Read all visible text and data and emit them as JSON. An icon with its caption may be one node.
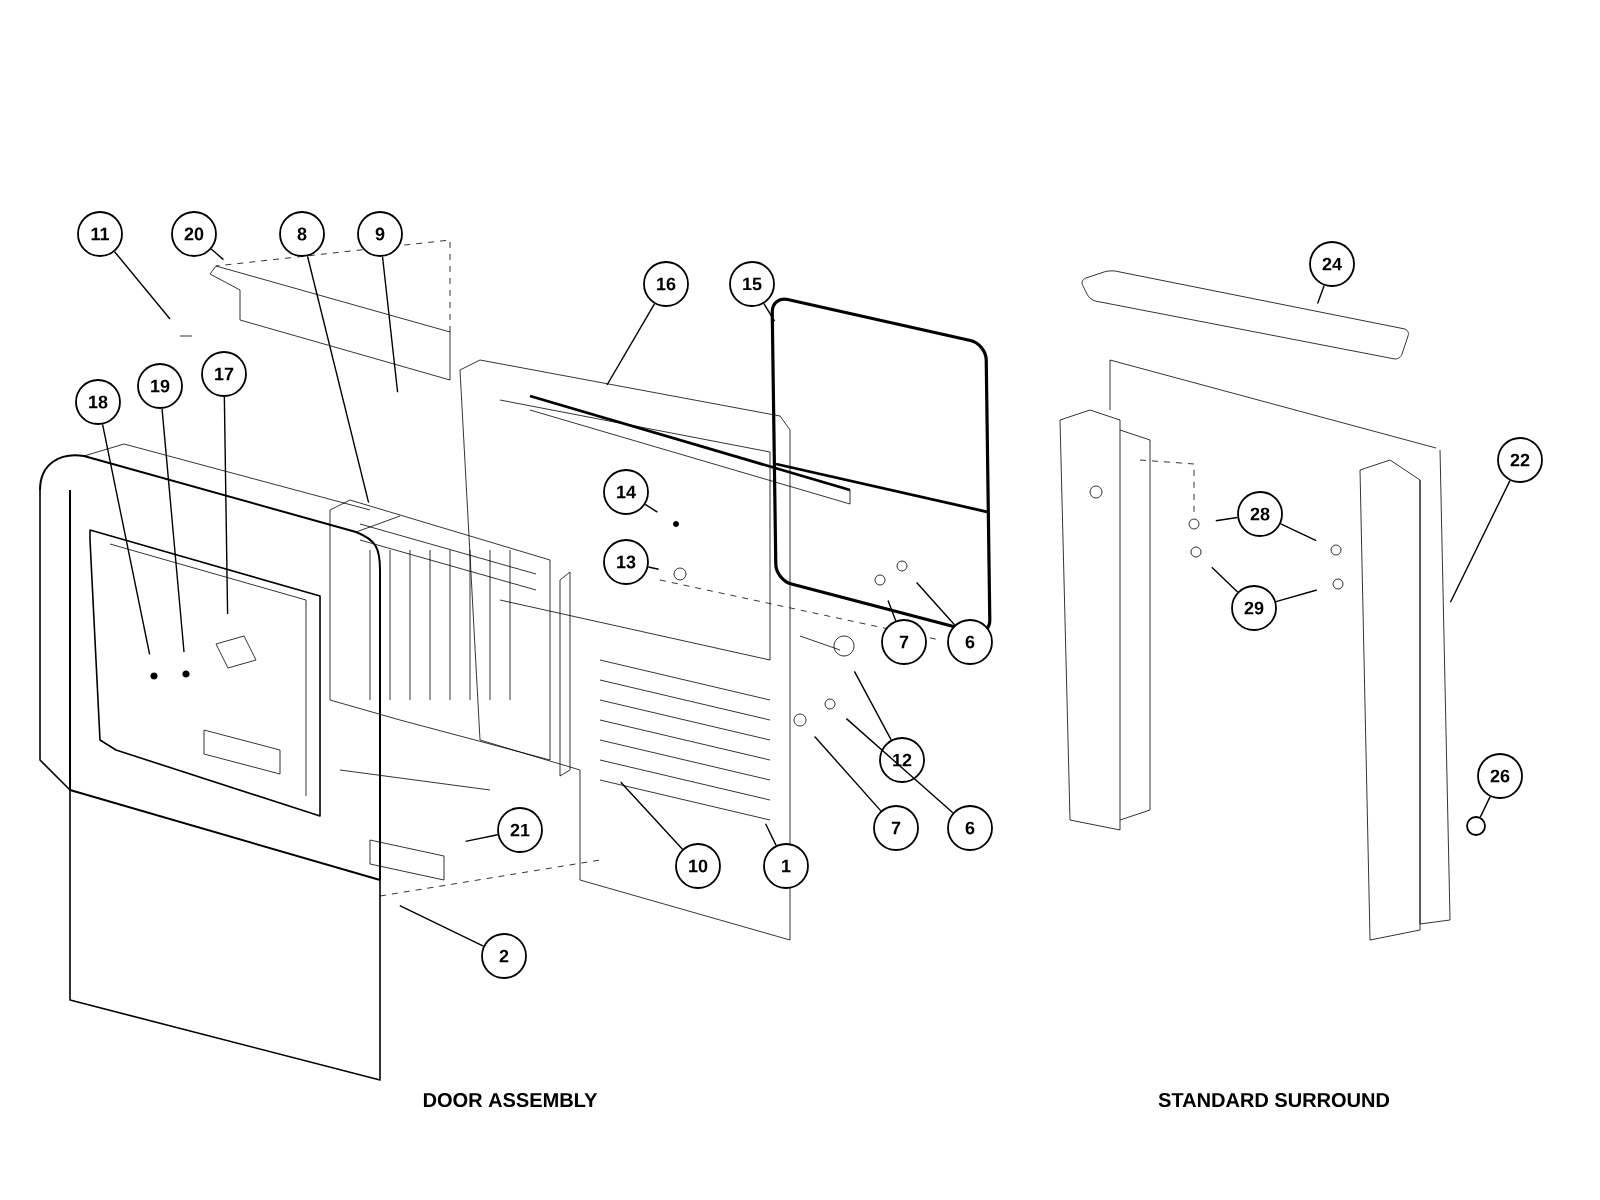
{
  "diagram": {
    "nodes": [
      {
        "text": [
          "11"
        ]
      },
      {
        "text": [
          "20"
        ]
      },
      {
        "text": [
          "8"
        ]
      },
      {
        "text": [
          "9"
        ]
      },
      {
        "text": [
          "16"
        ]
      },
      {
        "text": [
          "15"
        ]
      },
      {
        "text": [
          "18"
        ]
      },
      {
        "text": [
          "19"
        ]
      },
      {
        "text": [
          "17"
        ]
      },
      {
        "text": [
          "14"
        ]
      },
      {
        "text": [
          "13"
        ]
      },
      {
        "text": [
          "7"
        ]
      },
      {
        "text": [
          "6"
        ]
      },
      {
        "text": [
          "12"
        ]
      },
      {
        "text": [
          "7"
        ]
      },
      {
        "text": [
          "6"
        ]
      },
      {
        "text": [
          "21"
        ]
      },
      {
        "text": [
          "10"
        ]
      },
      {
        "text": [
          "1"
        ]
      },
      {
        "text": [
          "2"
        ]
      },
      {
        "text": [
          "24"
        ]
      },
      {
        "text": [
          "22"
        ]
      },
      {
        "text": [
          "28"
        ]
      },
      {
        "text": [
          "29"
        ]
      },
      {
        "text": [
          "26"
        ]
      },
      {
        "text": [],
        "shape": "circle"
      },
      {
        "text": [],
        "shape": "picture"
      }
    ],
    "edges": [
      {
        "from": 0,
        "to": null,
        "arrow": "none"
      },
      {
        "from": 1,
        "to": null,
        "arrow": "none"
      },
      {
        "from": 2,
        "to": null,
        "arrow": "none"
      },
      {
        "from": 3,
        "to": null,
        "arrow": "none"
      },
      {
        "from": 4,
        "to": null,
        "arrow": "none"
      },
      {
        "from": 5,
        "to": null,
        "arrow": "none"
      },
      {
        "from": 6,
        "to": null,
        "arrow": "none"
      },
      {
        "from": 7,
        "to": null,
        "arrow": "none"
      },
      {
        "from": 8,
        "to": null,
        "arrow": "none"
      },
      {
        "from": 9,
        "to": null,
        "arrow": "none"
      },
      {
        "from": 10,
        "to": null,
        "arrow": "none"
      },
      {
        "from": 11,
        "to": null,
        "arrow": "none"
      },
      {
        "from": 12,
        "to": null,
        "arrow": "none"
      },
      {
        "from": 13,
        "to": null,
        "arrow": "none"
      },
      {
        "from": 14,
        "to": null,
        "arrow": "none"
      },
      {
        "from": 15,
        "to": null,
        "arrow": "none"
      },
      {
        "from": 16,
        "to": null,
        "arrow": "none"
      },
      {
        "from": 17,
        "to": null,
        "arrow": "none"
      },
      {
        "from": 18,
        "to": null,
        "arrow": "none"
      },
      {
        "from": 19,
        "to": null,
        "arrow": "none"
      },
      {
        "from": 20,
        "to": null,
        "arrow": "none"
      },
      {
        "from": 21,
        "to": 26,
        "arrow": "none"
      },
      {
        "from": 22,
        "to": null,
        "arrow": "none"
      },
      {
        "from": 22,
        "to": null,
        "arrow": "none"
      },
      {
        "from": 23,
        "to": null,
        "arrow": "none"
      },
      {
        "from": 23,
        "to": null,
        "arrow": "none"
      },
      {
        "from": 24,
        "to": 25,
        "arrow": "none"
      }
    ],
    "labels": [
      "DOOR ASSEMBLY",
      "STANDARD SURROUND"
    ]
  }
}
